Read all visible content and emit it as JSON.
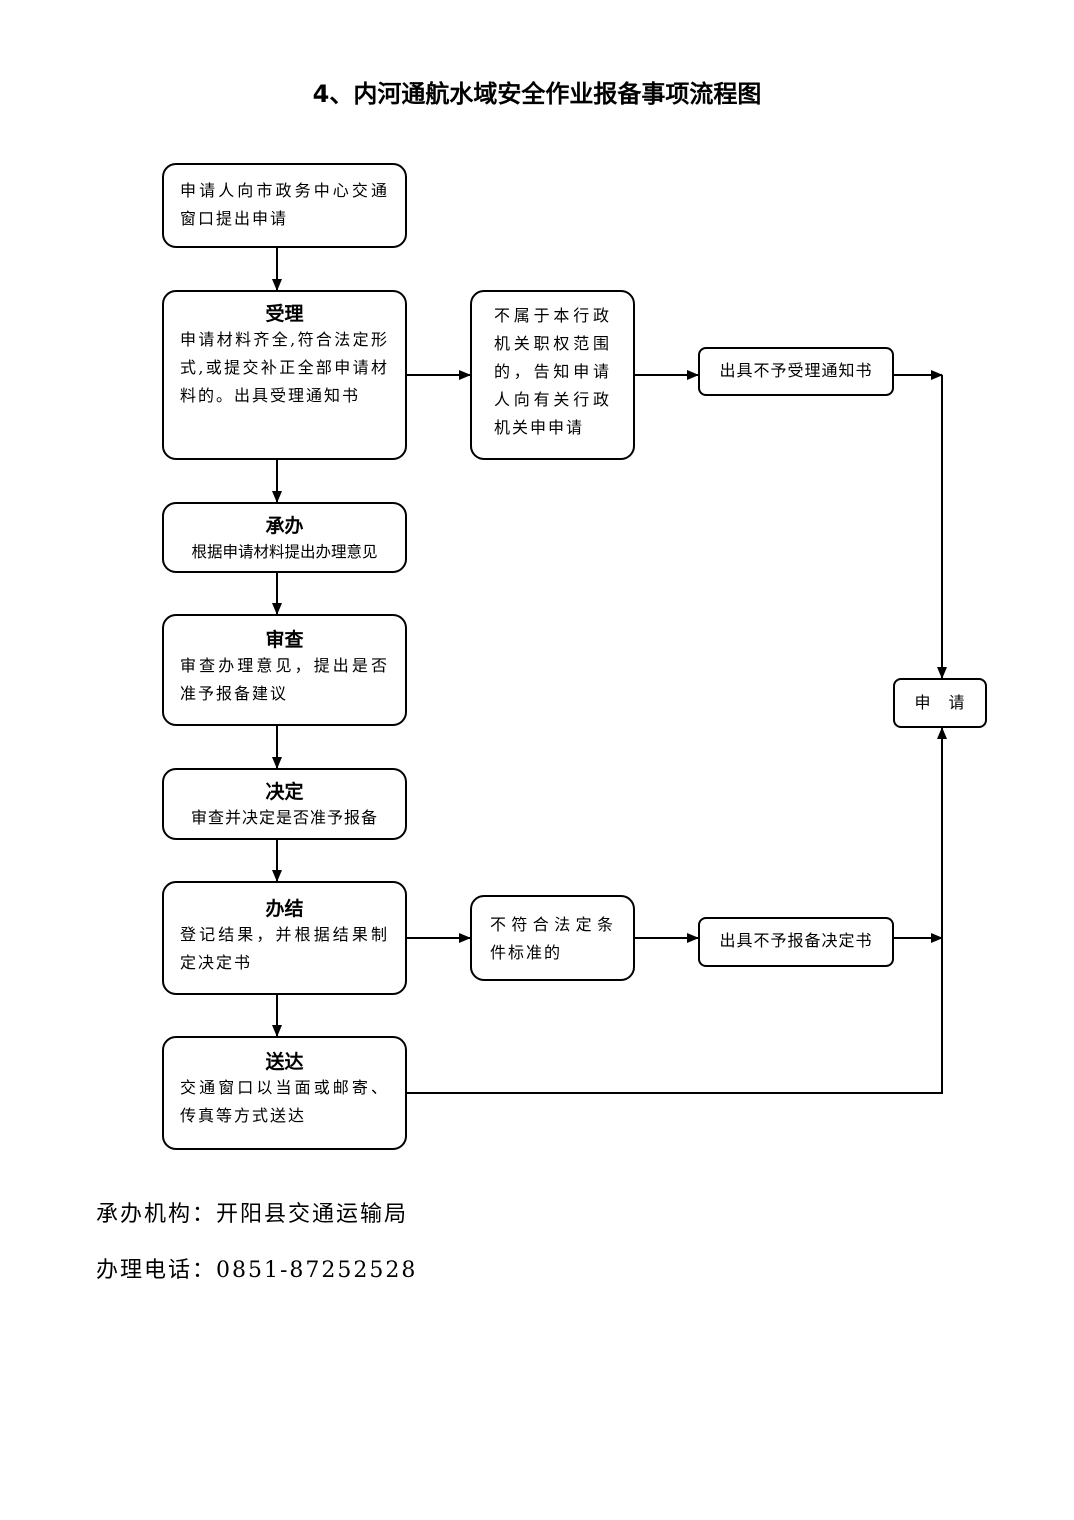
{
  "title": "4、内河通航水域安全作业报备事项流程图",
  "nodes": {
    "apply": {
      "body": "申请人向市政务中心交通窗口提出申请"
    },
    "accept": {
      "head": "受理",
      "body": "申请材料齐全,符合法定形式,或提交补正全部申请材料的。出具受理通知书"
    },
    "not_in_scope": {
      "body": "不属于本行政机关职权范围的，告知申请人向有关行政机关申申请"
    },
    "notice_reject": {
      "body": "出具不予受理通知书"
    },
    "handle": {
      "head": "承办",
      "body": "根据申请材料提出办理意见"
    },
    "review": {
      "head": "审查",
      "body": "审查办理意见，提出是否准予报备建议"
    },
    "decide": {
      "head": "决定",
      "body": "审查并决定是否准予报备"
    },
    "conclude": {
      "head": "办结",
      "body": "登记结果，并根据结果制定决定书"
    },
    "not_meet": {
      "body": "不符合法定条件标准的"
    },
    "decision_reject": {
      "body": "出具不予报备决定书"
    },
    "deliver": {
      "head": "送达",
      "body": "交通窗口以当面或邮寄、传真等方式送达"
    },
    "reapply": {
      "body": "申　请"
    }
  },
  "footer": {
    "org": "承办机构：开阳县交通运输局",
    "phone": "办理电话：0851-87252528"
  }
}
